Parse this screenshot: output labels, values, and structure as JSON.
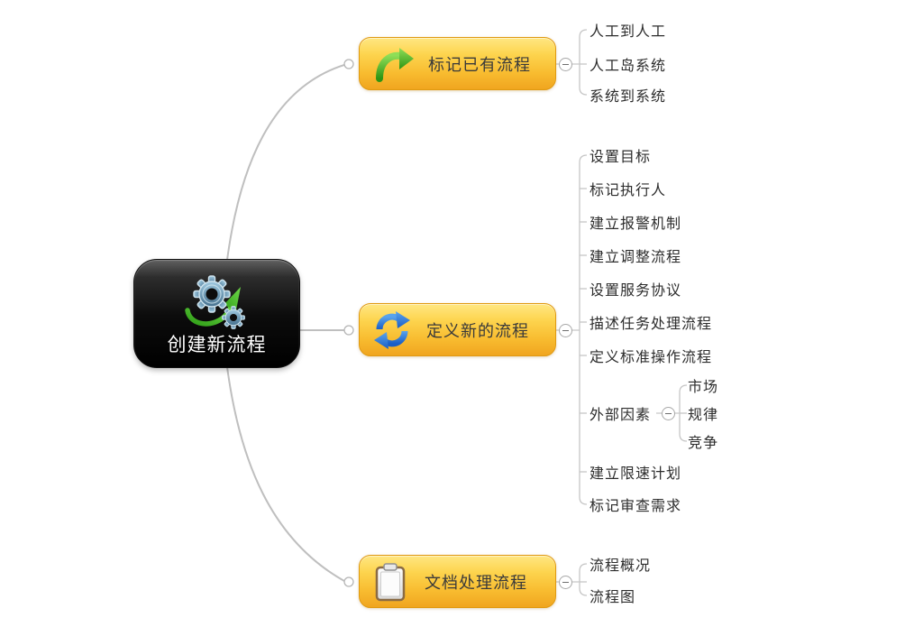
{
  "root": {
    "label": "创建新流程",
    "icon": "gears-with-green-arrow-icon"
  },
  "branches": [
    {
      "label": "标记已有流程",
      "icon": "green-curved-arrow-icon",
      "children": [
        {
          "label": "人工到人工"
        },
        {
          "label": "人工岛系统"
        },
        {
          "label": "系统到系统"
        }
      ]
    },
    {
      "label": "定义新的流程",
      "icon": "blue-sync-arrows-icon",
      "children": [
        {
          "label": "设置目标"
        },
        {
          "label": "标记执行人"
        },
        {
          "label": "建立报警机制"
        },
        {
          "label": "建立调整流程"
        },
        {
          "label": "设置服务协议"
        },
        {
          "label": "描述任务处理流程"
        },
        {
          "label": "定义标准操作流程"
        },
        {
          "label": "外部因素",
          "children": [
            {
              "label": "市场"
            },
            {
              "label": "规律"
            },
            {
              "label": "竞争"
            }
          ]
        },
        {
          "label": "建立限速计划"
        },
        {
          "label": "标记审查需求"
        }
      ]
    },
    {
      "label": "文档处理流程",
      "icon": "clipboard-icon",
      "children": [
        {
          "label": "流程概况"
        },
        {
          "label": "流程图"
        }
      ]
    }
  ],
  "colors": {
    "branch_gradient_top": "#ffe782",
    "branch_gradient_bottom": "#f0a51f",
    "branch_border": "#e09a12",
    "root_background": "#000000",
    "root_text": "#ffffff",
    "topic_text": "#2d2d2d",
    "connector": "#c3c3c3",
    "accent_green": "#45b122",
    "accent_blue": "#2d7dd8"
  }
}
